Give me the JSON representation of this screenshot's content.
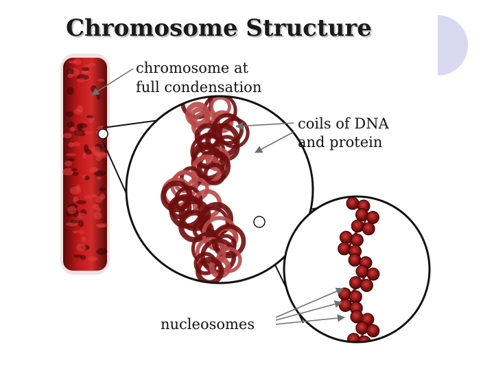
{
  "title": "Chromosome Structure",
  "labels": {
    "chromosome_line1": "chromosome at",
    "chromosome_line2": "full condensation",
    "coils_line1": "coils of DNA",
    "coils_line2": "and protein",
    "nucleosomes": "nucleosomes"
  },
  "colors": {
    "chromosome_red": "#a01010",
    "coil_dark": "#6e0e0e",
    "coil_light": "#b84a4a",
    "nucleosome": "#8a1414",
    "slide_accent": "#d8d8f0",
    "arrow": "#707070",
    "outline": "#111111"
  }
}
